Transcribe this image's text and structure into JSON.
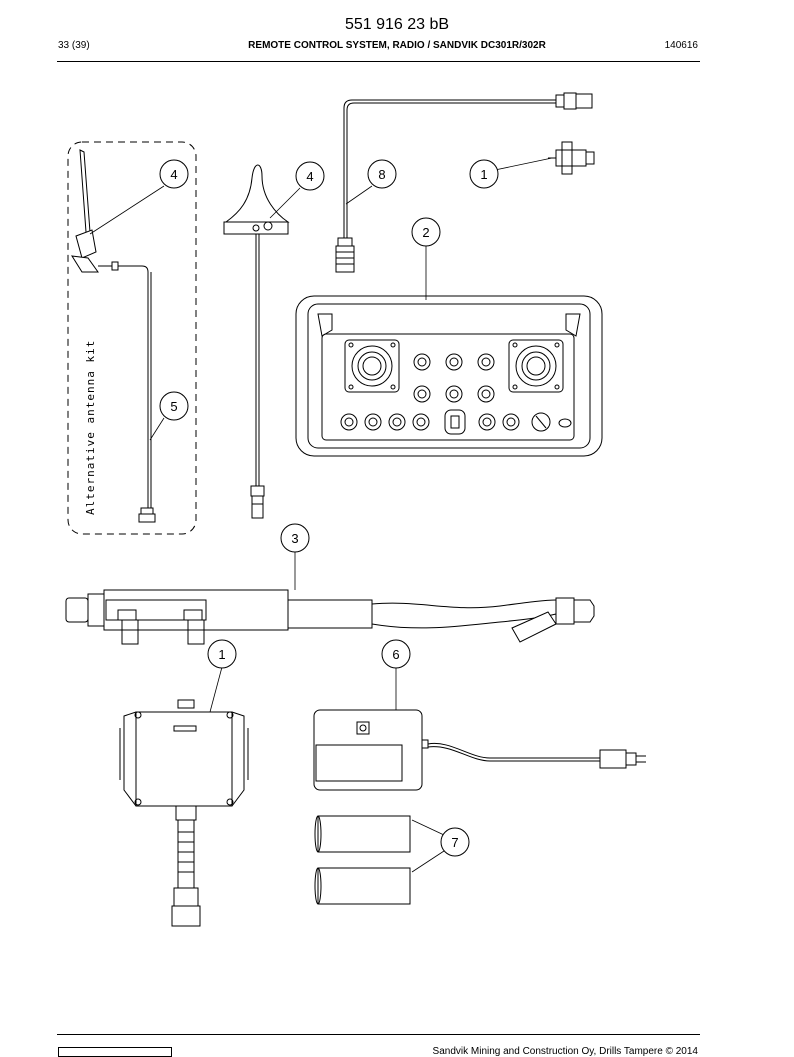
{
  "header": {
    "document_number": "551 916 23 bB",
    "page": "33 (39)",
    "title": "REMOTE CONTROL SYSTEM, RADIO / SANDVIK DC301R/302R",
    "date_code": "140616"
  },
  "drawing": {
    "kit_label": "Alternative antenna kit",
    "callouts": [
      "4",
      "4",
      "8",
      "1",
      "2",
      "5",
      "3",
      "1",
      "6",
      "7"
    ]
  },
  "footer": {
    "copyright": "Sandvik Mining and Construction Oy, Drills Tampere © 2014"
  }
}
